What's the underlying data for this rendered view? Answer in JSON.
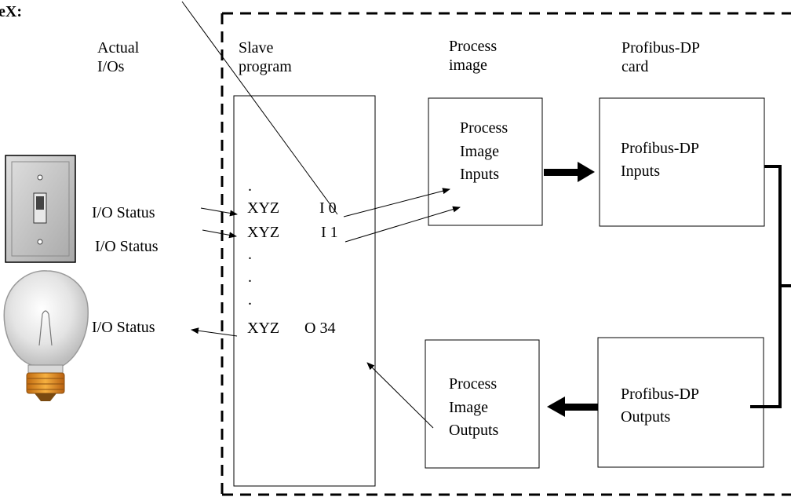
{
  "corner_label": "eX:",
  "columns": {
    "actual_ios": [
      "Actual",
      "I/Os"
    ],
    "slave_program": [
      "Slave",
      "program"
    ],
    "process_image": [
      "Process",
      "image"
    ],
    "profibus_card": [
      "Profibus-DP",
      "card"
    ]
  },
  "boxes": {
    "pi_inputs": [
      "Process",
      "Image",
      "Inputs"
    ],
    "dp_inputs": [
      "Profibus-DP",
      "Inputs"
    ],
    "pi_outputs": [
      "Process",
      "Image",
      "Outputs"
    ],
    "dp_outputs": [
      "Profibus-DP",
      "Outputs"
    ]
  },
  "program_lines": {
    "dot": ".",
    "line_i0": {
      "name": "XYZ",
      "addr": "I 0"
    },
    "line_i1": {
      "name": "XYZ",
      "addr": "I 1"
    },
    "line_o34": {
      "name": "XYZ",
      "addr": "O 34"
    }
  },
  "io_status": {
    "switch_1": "I/O Status",
    "switch_2": "I/O Status",
    "lamp": "I/O Status"
  },
  "icons": {
    "switch": "wall-switch-icon",
    "lamp": "light-bulb-icon"
  },
  "colors": {
    "line": "#000000",
    "switch_plate": "#c8c8c8",
    "bulb_glass": "#e6e6e6",
    "bulb_base": "#f0a030"
  }
}
